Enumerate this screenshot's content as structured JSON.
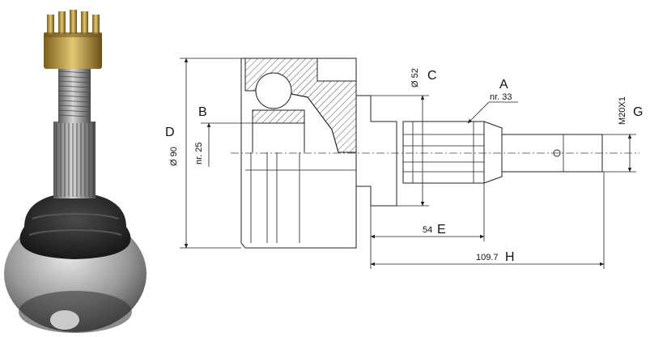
{
  "labels": {
    "D": "D",
    "dia_90": "Ø 90",
    "B": "B",
    "nr_25": "nr. 25",
    "C": "C",
    "dia_52": "Ø 52",
    "A": "A",
    "nr_33": "nr. 33",
    "G": "G",
    "thread": "M20X1",
    "E": "E",
    "len_54": "54",
    "H": "H",
    "len_1097": "109.7"
  },
  "colors": {
    "hatch": "#555555",
    "outline": "#222222",
    "boot": "#1c1c1c",
    "metal_light": "#c9c9c9",
    "metal_dark": "#6d6d6d",
    "nut": "#b8953f"
  },
  "icons": {
    "photo": "cv-joint-photo"
  }
}
